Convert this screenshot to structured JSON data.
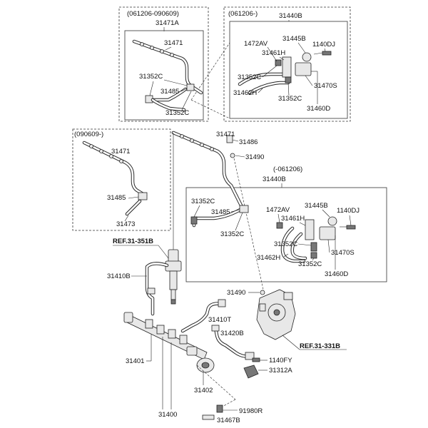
{
  "boxes": {
    "top_left_heading": "(061206-090609)",
    "top_right_heading": "(061206-)",
    "mid_left_heading": "(090609-)",
    "mid_right_heading": "(-061206)"
  },
  "refs": {
    "ref_351": "REF.31-351B",
    "ref_331": "REF.31-331B"
  },
  "labels": {
    "p31471A": "31471A",
    "p31471_a": "31471",
    "p31352C_a": "31352C",
    "p31485_a": "31485",
    "p31352C_b": "31352C",
    "p31440B_a": "31440B",
    "p1472AV_a": "1472AV",
    "p31445B_a": "31445B",
    "p1140DJ_a": "1140DJ",
    "p31461H_a": "31461H",
    "p31352C_c": "31352C",
    "p31462H_a": "31462H",
    "p31352C_d": "31352C",
    "p31470S_a": "31470S",
    "p31460D_a": "31460D",
    "p31471_b": "31471",
    "p31485_b": "31485",
    "p31473": "31473",
    "p31471_c": "31471",
    "p31486": "31486",
    "p31490_a": "31490",
    "p31440B_b": "31440B",
    "p31352C_e": "31352C",
    "p31485_c": "31485",
    "p1472AV_b": "1472AV",
    "p31445B_b": "31445B",
    "p1140DJ_b": "1140DJ",
    "p31461H_b": "31461H",
    "p31352C_f": "31352C",
    "p31352C_g": "31352C",
    "p31462H_b": "31462H",
    "p31470S_b": "31470S",
    "p31352C_h": "31352C",
    "p31460D_b": "31460D",
    "p31410B": "31410B",
    "p31490_b": "31490",
    "p31410T": "31410T",
    "p31420B": "31420B",
    "p1140FY": "1140FY",
    "p31312A": "31312A",
    "p31401": "31401",
    "p31402": "31402",
    "p31400": "31400",
    "p91980R": "91980R",
    "p31467B": "31467B"
  }
}
